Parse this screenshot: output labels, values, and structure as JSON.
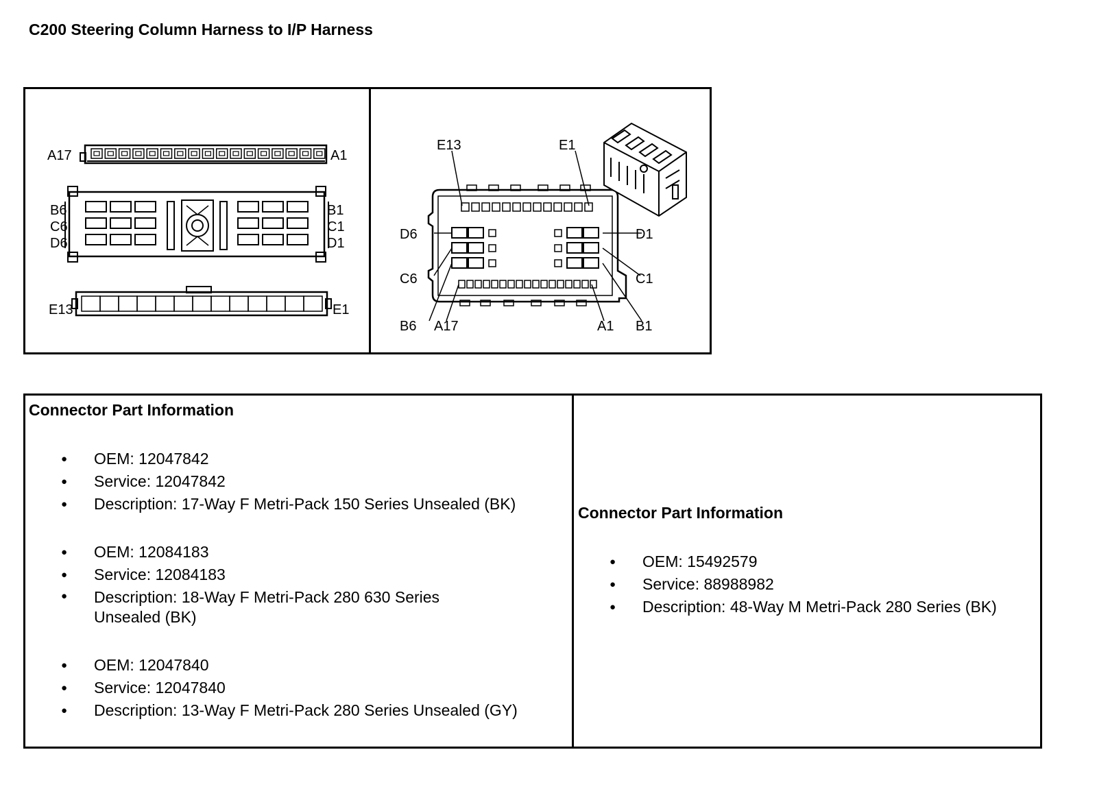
{
  "title": "C200 Steering Column Harness to I/P Harness",
  "left_diagram": {
    "labels": {
      "a17": "A17",
      "a1": "A1",
      "b6": "B6",
      "c6": "C6",
      "d6": "D6",
      "b1": "B1",
      "c1": "C1",
      "d1": "D1",
      "e13": "E13",
      "e1": "E1"
    }
  },
  "right_diagram": {
    "labels": {
      "e13": "E13",
      "e1": "E1",
      "d6": "D6",
      "d1": "D1",
      "c6": "C6",
      "c1": "C1",
      "b6": "B6",
      "a17": "A17",
      "a1": "A1",
      "b1": "B1"
    }
  },
  "left_info": {
    "heading": "Connector Part Information",
    "groups": [
      {
        "oem": "OEM: 12047842",
        "service": "Service: 12047842",
        "description": "Description: 17-Way F Metri-Pack 150 Series Unsealed (BK)"
      },
      {
        "oem": "OEM: 12084183",
        "service": "Service: 12084183",
        "description": "Description: 18-Way F Metri-Pack 280 630 Series Unsealed (BK)"
      },
      {
        "oem": "OEM: 12047840",
        "service": "Service: 12047840",
        "description": "Description: 13-Way F Metri-Pack 280 Series Unsealed (GY)"
      }
    ]
  },
  "right_info": {
    "heading": "Connector Part Information",
    "groups": [
      {
        "oem": "OEM: 15492579",
        "service": "Service: 88988982",
        "description": "Description: 48-Way M Metri-Pack 280 Series (BK)"
      }
    ]
  }
}
